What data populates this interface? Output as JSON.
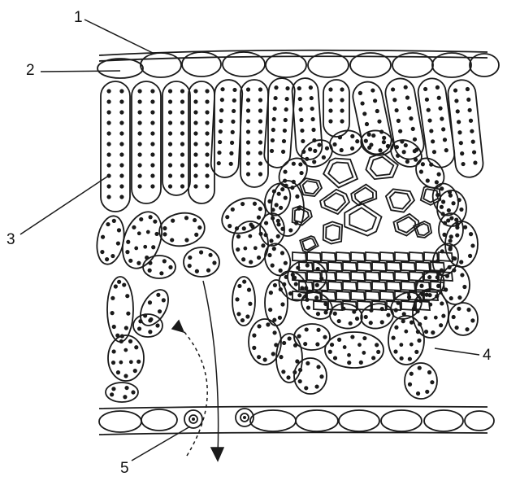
{
  "labels": {
    "l1": "1",
    "l2": "2",
    "l3": "3",
    "l4": "4",
    "l5": "5"
  },
  "colors": {
    "ink": "#1a1a1a",
    "paper": "#ffffff"
  }
}
